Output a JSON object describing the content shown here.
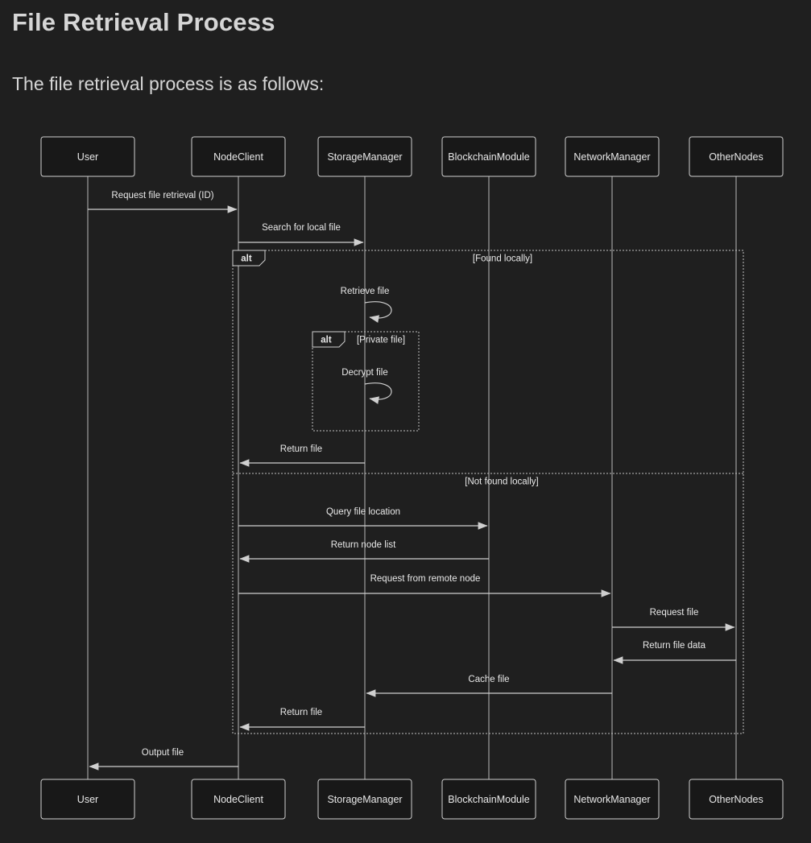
{
  "page": {
    "title": "File Retrieval Process",
    "intro": "The file retrieval process is as follows:"
  },
  "colors": {
    "background": "#1f1f1f",
    "actor_fill": "#181818",
    "stroke": "#cfcfcf",
    "text": "#e8e8e8"
  },
  "diagram": {
    "type": "sequence-diagram",
    "actors": [
      {
        "id": "user",
        "label": "User"
      },
      {
        "id": "nodeclient",
        "label": "NodeClient"
      },
      {
        "id": "storagemanager",
        "label": "StorageManager"
      },
      {
        "id": "blockchainmodule",
        "label": "BlockchainModule"
      },
      {
        "id": "networkmanager",
        "label": "NetworkManager"
      },
      {
        "id": "othernodes",
        "label": "OtherNodes"
      }
    ],
    "messages": [
      {
        "from": "User",
        "to": "NodeClient",
        "label": "Request file retrieval (ID)"
      },
      {
        "from": "NodeClient",
        "to": "StorageManager",
        "label": "Search for local file"
      },
      {
        "from": "StorageManager",
        "to": "StorageManager",
        "label": "Retrieve file"
      },
      {
        "from": "StorageManager",
        "to": "StorageManager",
        "label": "Decrypt file"
      },
      {
        "from": "StorageManager",
        "to": "NodeClient",
        "label": "Return file"
      },
      {
        "from": "NodeClient",
        "to": "BlockchainModule",
        "label": "Query file location"
      },
      {
        "from": "BlockchainModule",
        "to": "NodeClient",
        "label": "Return node list"
      },
      {
        "from": "NodeClient",
        "to": "NetworkManager",
        "label": "Request from remote node"
      },
      {
        "from": "NetworkManager",
        "to": "OtherNodes",
        "label": "Request file"
      },
      {
        "from": "OtherNodes",
        "to": "NetworkManager",
        "label": "Return file data"
      },
      {
        "from": "NetworkManager",
        "to": "StorageManager",
        "label": "Cache file"
      },
      {
        "from": "StorageManager",
        "to": "NodeClient",
        "label": "Return file"
      },
      {
        "from": "NodeClient",
        "to": "User",
        "label": "Output file"
      }
    ],
    "fragments": {
      "outer": {
        "type": "alt",
        "label": "alt",
        "guard_found": "[Found locally]",
        "guard_not_found": "[Not found locally]"
      },
      "inner": {
        "type": "alt",
        "label": "alt",
        "guard_private": "[Private file]"
      }
    }
  }
}
